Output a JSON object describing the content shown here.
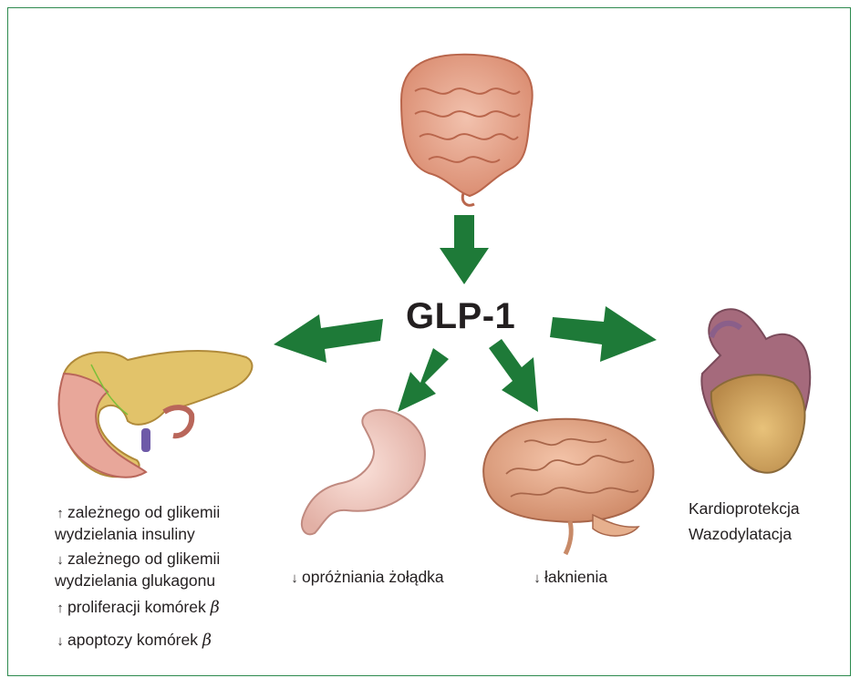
{
  "diagram": {
    "center_label": "GLP-1",
    "pancreas_effects": [
      {
        "arrow": "↑",
        "line1": "zależnego od glikemii",
        "line2": "wydzielania insuliny"
      },
      {
        "arrow": "↓",
        "line1": "zależnego od glikemii",
        "line2": "wydzielania glukagonu"
      },
      {
        "arrow": "↑",
        "text": "proliferacji komórek",
        "greek": "β"
      },
      {
        "arrow": "↓",
        "text": "apoptozy komórek",
        "greek": "β"
      }
    ],
    "stomach_effect": {
      "arrow": "↓",
      "text": "opróżniania żołądka"
    },
    "brain_effect": {
      "arrow": "↓",
      "text": "łaknienia"
    },
    "heart_effects": [
      "Kardioprotekcja",
      "Wazodylatacja"
    ],
    "colors": {
      "arrow": "#1e7a38",
      "border": "#2d8a4e",
      "text": "#231f20"
    },
    "organs": [
      "intestine-icon",
      "pancreas-icon",
      "stomach-icon",
      "brain-icon",
      "heart-icon"
    ]
  }
}
